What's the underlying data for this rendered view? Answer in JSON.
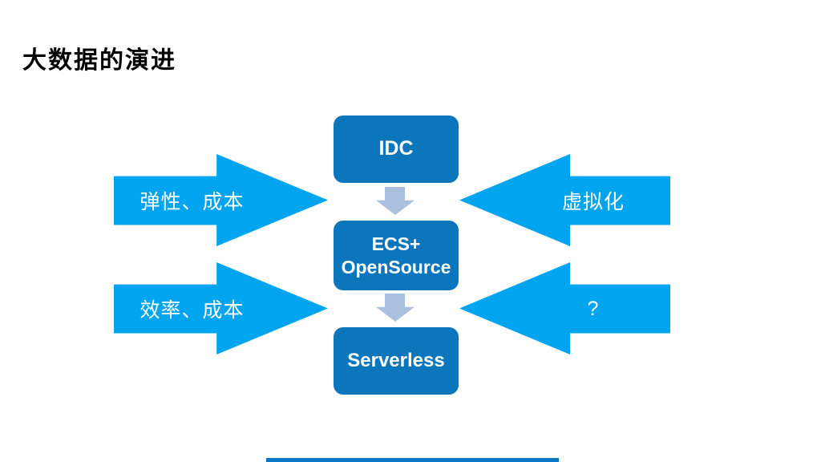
{
  "slide": {
    "title": "大数据的演进"
  },
  "colors": {
    "box_blue": "#0b76bc",
    "arrow_blue": "#00a4ef",
    "connector_blue": "#abc0de",
    "bar_blue": "#0a79c4",
    "title_color": "#000000",
    "label_color": "#ffffff",
    "background": "#ffffff"
  },
  "diagram": {
    "stages": [
      {
        "id": "idc",
        "lines": [
          "IDC"
        ]
      },
      {
        "id": "ecs",
        "lines": [
          "ECS+",
          "OpenSource"
        ]
      },
      {
        "id": "serverless",
        "lines": [
          "Serverless"
        ]
      }
    ],
    "left_arrows": [
      {
        "label": "弹性、成本"
      },
      {
        "label": "效率、成本"
      }
    ],
    "right_arrows": [
      {
        "label": "虚拟化"
      },
      {
        "label": "?"
      }
    ],
    "connectors": [
      {
        "name": "idc-to-ecs",
        "direction": "down"
      },
      {
        "name": "ecs-to-serverless",
        "direction": "down"
      }
    ]
  }
}
